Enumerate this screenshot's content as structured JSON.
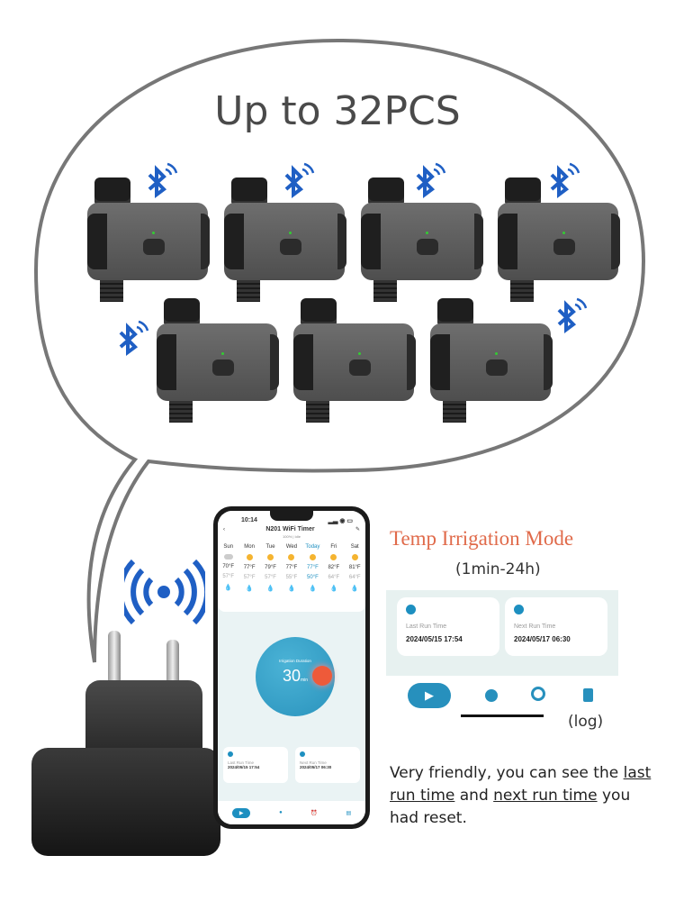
{
  "headline": "Up to 32PCS",
  "device_count_shown": 7,
  "phone": {
    "time": "10:14",
    "app_title": "N201 WiFi Timer",
    "battery": "100%",
    "status": "Idle",
    "days": [
      {
        "d": "Sun",
        "hi": "70°F",
        "lo": "57°F",
        "w": "cloud"
      },
      {
        "d": "Mon",
        "hi": "77°F",
        "lo": "57°F",
        "w": "sun"
      },
      {
        "d": "Tue",
        "hi": "79°F",
        "lo": "57°F",
        "w": "sun"
      },
      {
        "d": "Wed",
        "hi": "77°F",
        "lo": "55°F",
        "w": "sun"
      },
      {
        "d": "Today",
        "hi": "77°F",
        "lo": "50°F",
        "w": "sun"
      },
      {
        "d": "Fri",
        "hi": "82°F",
        "lo": "64°F",
        "w": "sun"
      },
      {
        "d": "Sat",
        "hi": "81°F",
        "lo": "64°F",
        "w": "sun"
      }
    ],
    "duration_label": "Irrigation Duration",
    "duration_value": "30",
    "duration_unit": "min",
    "last_label": "Last Run Time",
    "last_value": "2024/05/15 17:54",
    "next_label": "Next Run Time",
    "next_value": "2024/05/17 06:30"
  },
  "mode": {
    "title": "Temp Irrigation Mode",
    "range": "(1min-24h)"
  },
  "cards": {
    "last_label": "Last Run Time",
    "last_value": "2024/05/15 17:54",
    "next_label": "Next Run Time",
    "next_value": "2024/05/17 06:30"
  },
  "log_label": "(log)",
  "caption": {
    "p1": "Very friendly, you can see the",
    "u1": "last run time",
    "p2": "and",
    "u2": "next run time",
    "p3": "you had reset."
  },
  "colors": {
    "accent": "#1d8fc0",
    "heading": "#e06a4a",
    "bluetooth": "#1f5fc4"
  }
}
